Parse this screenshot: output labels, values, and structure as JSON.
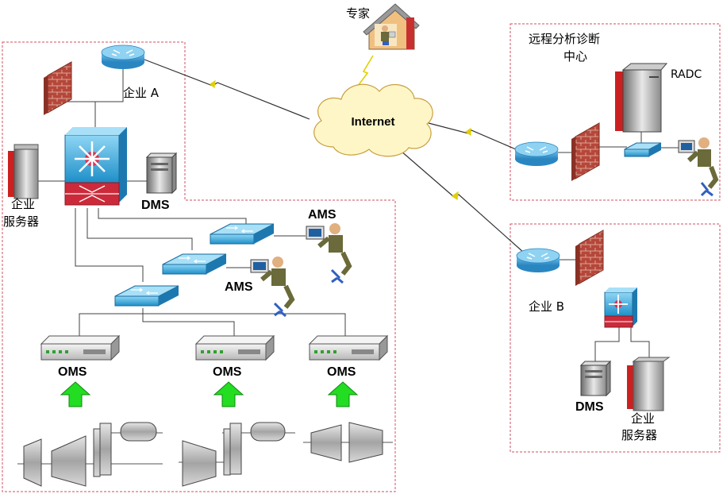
{
  "labels": {
    "expert": "专家",
    "internet": "Internet",
    "remote_center_line1": "远程分析诊断",
    "remote_center_line2": "中心",
    "radc": "RADC",
    "enterprise_a": "企业 A",
    "enterprise_b": "企业 B",
    "dms_a": "DMS",
    "dms_b": "DMS",
    "server_a_line1": "企业",
    "server_a_line2": "服务器",
    "server_b_line1": "企业",
    "server_b_line2": "服务器",
    "ams_1": "AMS",
    "ams_2": "AMS",
    "oms_1": "OMS",
    "oms_2": "OMS",
    "oms_3": "OMS"
  },
  "colors": {
    "dashed_border": "#d05060",
    "cloud_fill": "#fff6c8",
    "cloud_stroke": "#c8a040",
    "switch_blue": "#2aa0d8",
    "router_blue": "#3a9bd0",
    "firewall_red": "#b84a3c",
    "arrow_green": "#22dd22",
    "lightning": "#e0d000",
    "line": "#404040"
  }
}
